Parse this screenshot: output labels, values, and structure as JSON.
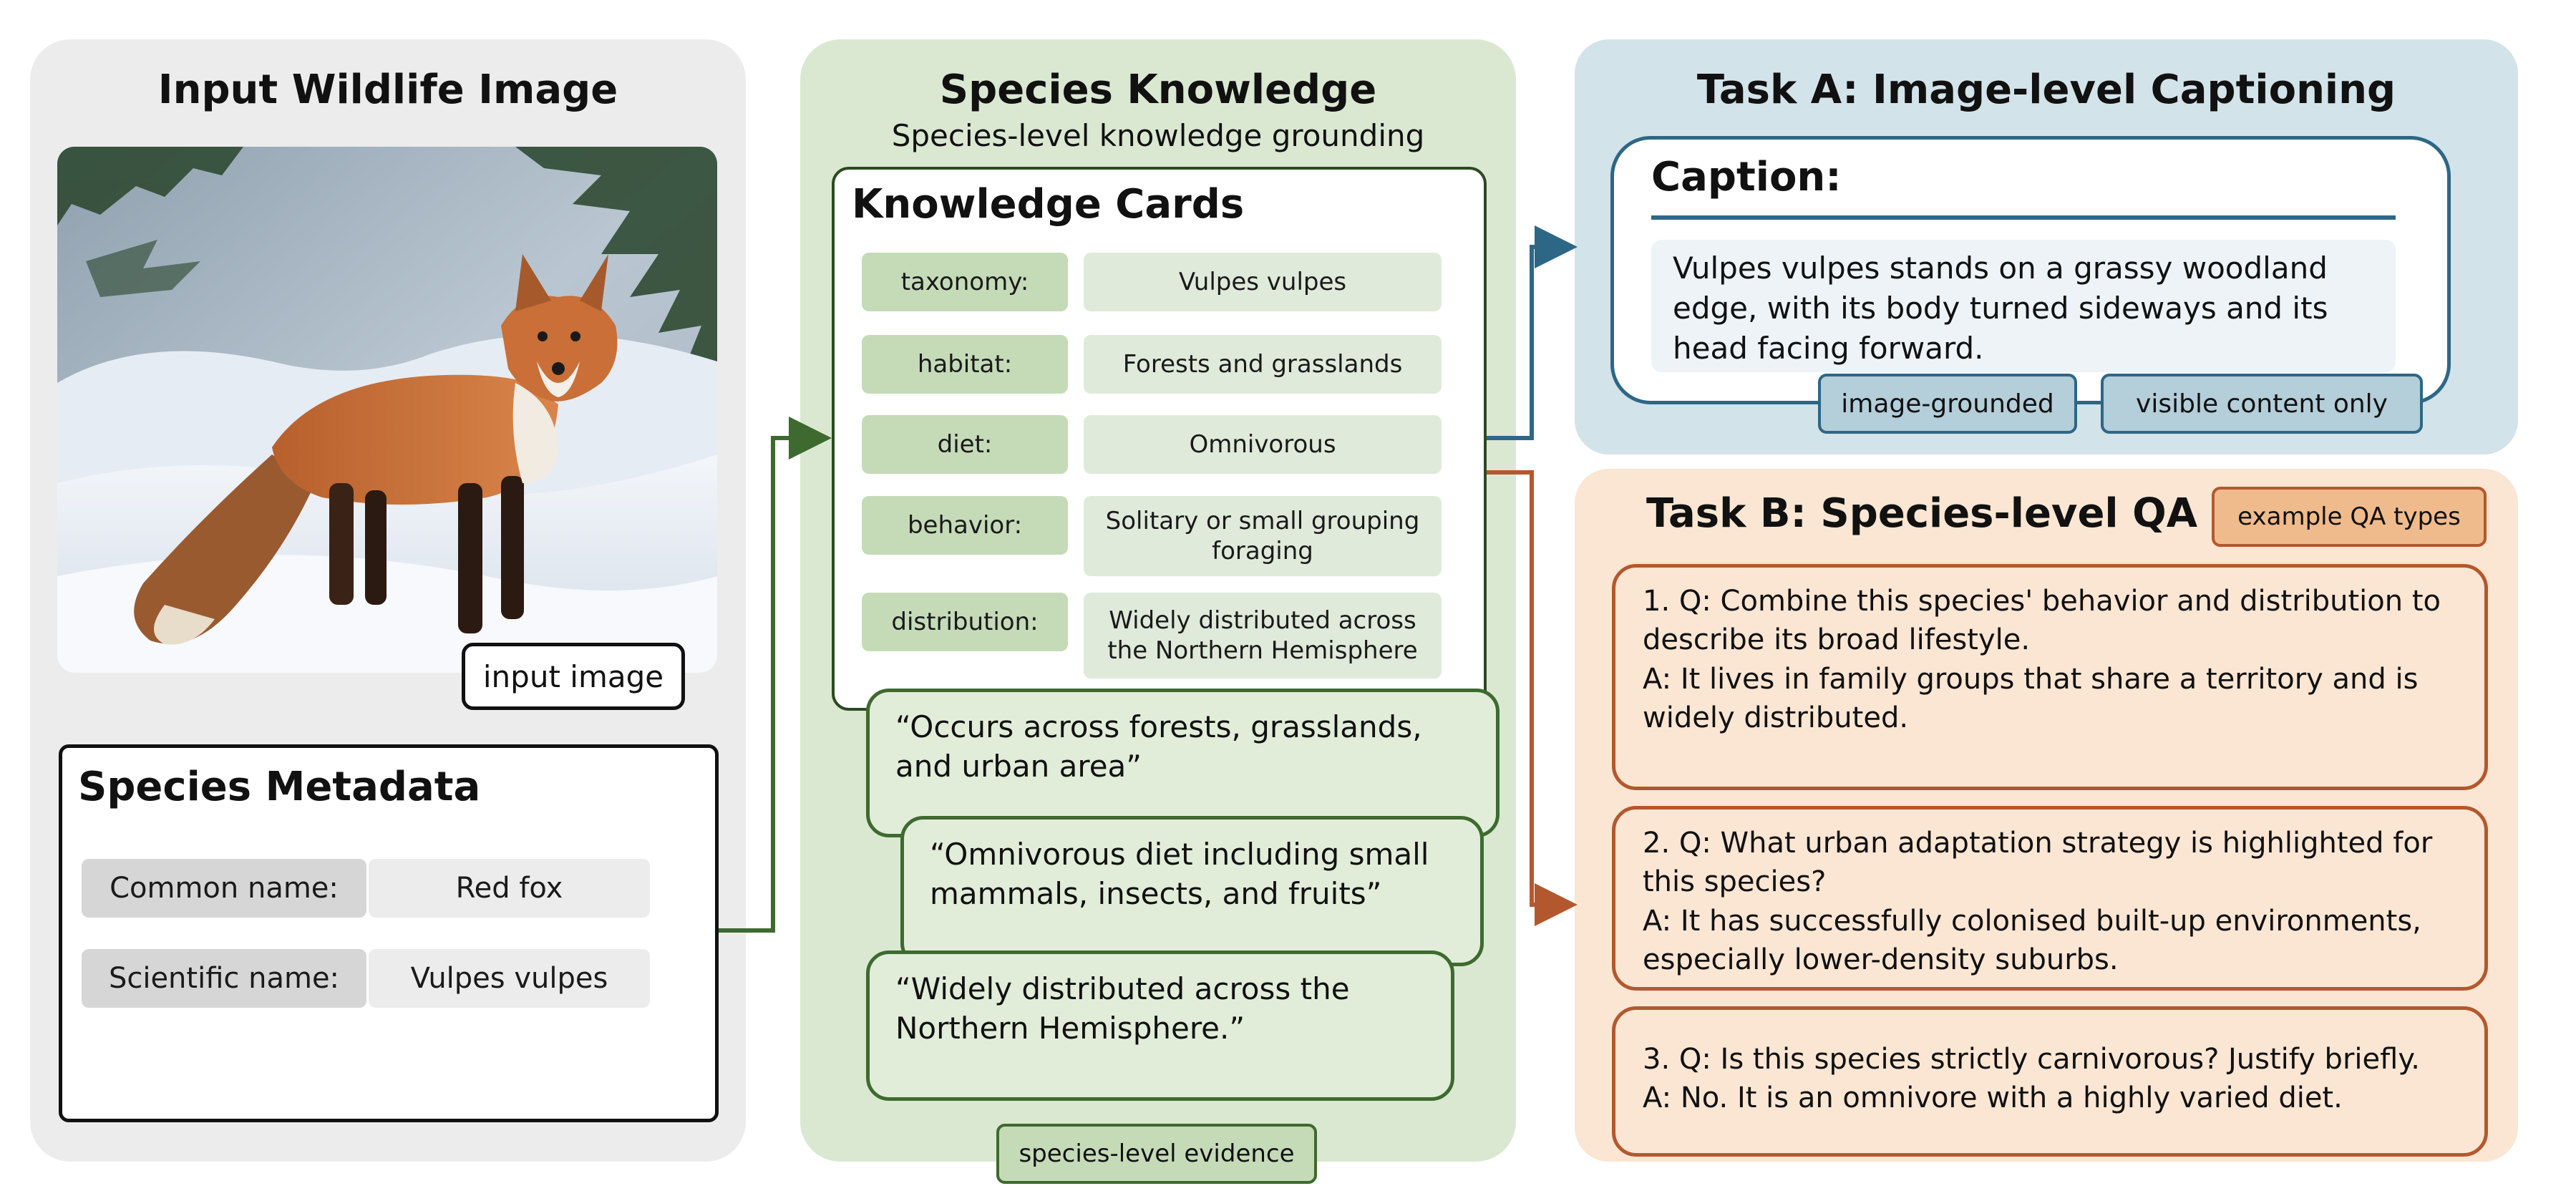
{
  "input_panel": {
    "title": "Input Wildlife Image",
    "image_tag": "input image",
    "metadata": {
      "title": "Species Metadata",
      "rows": [
        {
          "label": "Common name:",
          "value": "Red fox"
        },
        {
          "label": "Scientific name:",
          "value": "Vulpes vulpes"
        }
      ]
    }
  },
  "knowledge_panel": {
    "title": "Species Knowledge",
    "subtitle": "Species-level knowledge grounding",
    "cards_title": "Knowledge Cards",
    "cards": [
      {
        "label": "taxonomy:",
        "value": "Vulpes vulpes"
      },
      {
        "label": "habitat:",
        "value": "Forests and grasslands"
      },
      {
        "label": "diet:",
        "value": "Omnivorous"
      },
      {
        "label": "behavior:",
        "value": "Solitary or small grouping foraging"
      },
      {
        "label": "distribution:",
        "value": "Widely distributed across the Northern Hemisphere"
      }
    ],
    "quotes": [
      "“Occurs across forests, grasslands, and urban area”",
      "“Omnivorous diet including small mammals, insects, and fruits”",
      "“Widely distributed across the Northern Hemisphere.”"
    ],
    "evidence_tag": "species-level evidence"
  },
  "task_a": {
    "title": "Task A: Image-level Captioning",
    "caption_title": "Caption:",
    "caption_text": "Vulpes vulpes stands on a grassy woodland edge, with its body turned sideways and its head facing forward.",
    "tags": [
      "image-grounded",
      "visible content only"
    ]
  },
  "task_b": {
    "title": "Task B: Species-level QA",
    "types_tag": "example QA types",
    "items": [
      {
        "q": "1. Q: Combine this species' behavior and distribution to describe its broad lifestyle.",
        "a": "A: It lives in family groups that share a territory and is widely distributed."
      },
      {
        "q": "2. Q: What urban adaptation strategy is highlighted for this species?",
        "a": "A: It has successfully colonised built-up environments, especially lower-density suburbs."
      },
      {
        "q": "3. Q: Is this species strictly carnivorous? Justify briefly.",
        "a": "A: No. It is an omnivore with a highly varied diet."
      }
    ]
  },
  "colors": {
    "input_bg": "#ececec",
    "knowledge_bg": "#dae8d2",
    "task_a_bg": "#d3e3ea",
    "task_b_bg": "#fae6d2",
    "green_line": "#3e6a2f",
    "blue_line": "#2e6786",
    "orange_line": "#b3582e"
  }
}
